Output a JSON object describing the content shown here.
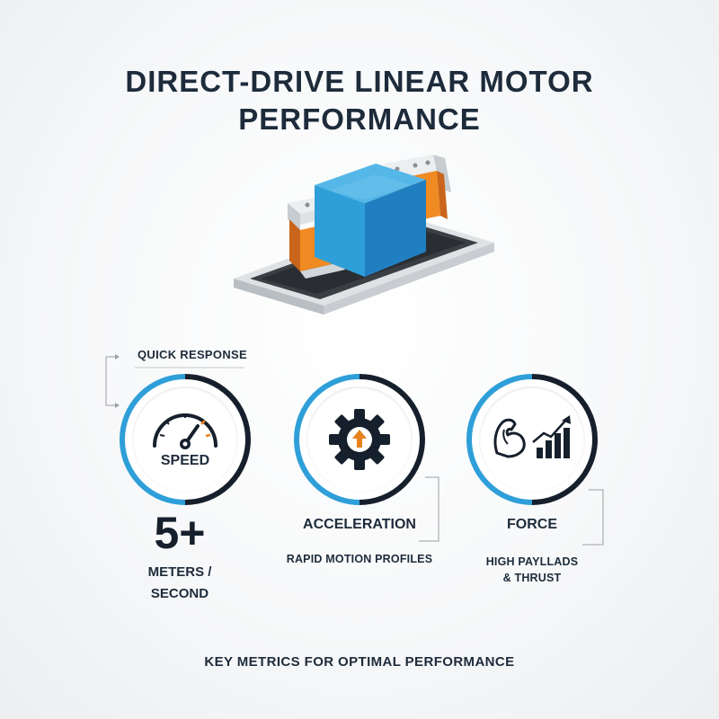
{
  "title": {
    "line1": "DIRECT-DRIVE LINEAR MOTOR",
    "line2": "PERFORMANCE"
  },
  "colors": {
    "navy": "#16202c",
    "accent_blue": "#2e9fd8",
    "orange": "#e8821e",
    "text": "#1d2b3b"
  },
  "metrics": [
    {
      "name": "SPEED",
      "tag": "QUICK RESPONSE",
      "value": "5+",
      "unit_line1": "METERS /",
      "unit_line2": "SECOND",
      "icon": "speedometer-icon"
    },
    {
      "name": "ACCELERATION",
      "sub": "RAPID MOTION PROFILES",
      "icon": "gear-arrow-icon"
    },
    {
      "name": "FORCE",
      "sub_line1": "HIGH PAYLLADS",
      "sub_line2": "& THRUST",
      "icon": "muscle-chart-icon"
    }
  ],
  "footer": "KEY METRICS FOR OPTIMAL PERFORMANCE"
}
